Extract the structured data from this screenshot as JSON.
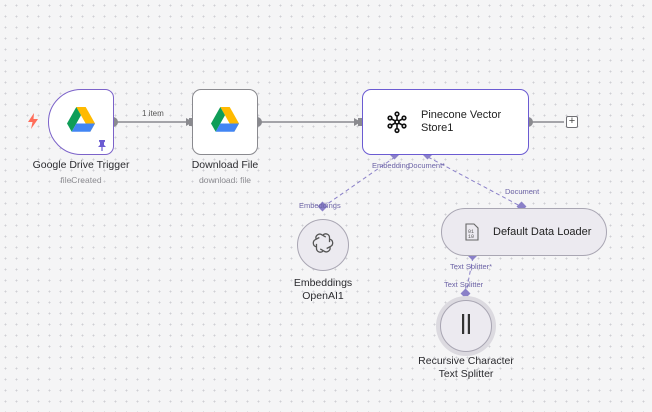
{
  "nodes": {
    "drive_trigger": {
      "title": "Google Drive Trigger",
      "subtitle": "fileCreated"
    },
    "download_file": {
      "title": "Download File",
      "subtitle": "download: file"
    },
    "pinecone": {
      "title_line1": "Pinecone Vector",
      "title_line2": "Store1"
    },
    "embeddings": {
      "title_line1": "Embeddings",
      "title_line2": "OpenAI1"
    },
    "data_loader": {
      "title": "Default Data Loader"
    },
    "text_splitter": {
      "title_line1": "Recursive Character",
      "title_line2": "Text Splitter"
    }
  },
  "connections": {
    "trigger_to_download": "1 item"
  },
  "ports": {
    "pinecone_embedding": "Embedding",
    "pinecone_document": "Document*",
    "embeddings_top": "Embeddings",
    "loader_document": "Document",
    "loader_text_splitter": "Text Splitter*",
    "splitter_top": "Text Splitter"
  },
  "colors": {
    "accent": "#7b62c9",
    "port": "#8a80c8",
    "trigger_bolt": "#ff6d5a"
  },
  "icons": {
    "drive": "google-drive-icon",
    "pinecone": "pinecone-icon",
    "openai": "openai-icon",
    "loader": "binary-file-icon",
    "splitter": "text-splitter-icon",
    "pin": "pin-icon",
    "trigger": "lightning-bolt-icon",
    "add": "plus-icon"
  }
}
